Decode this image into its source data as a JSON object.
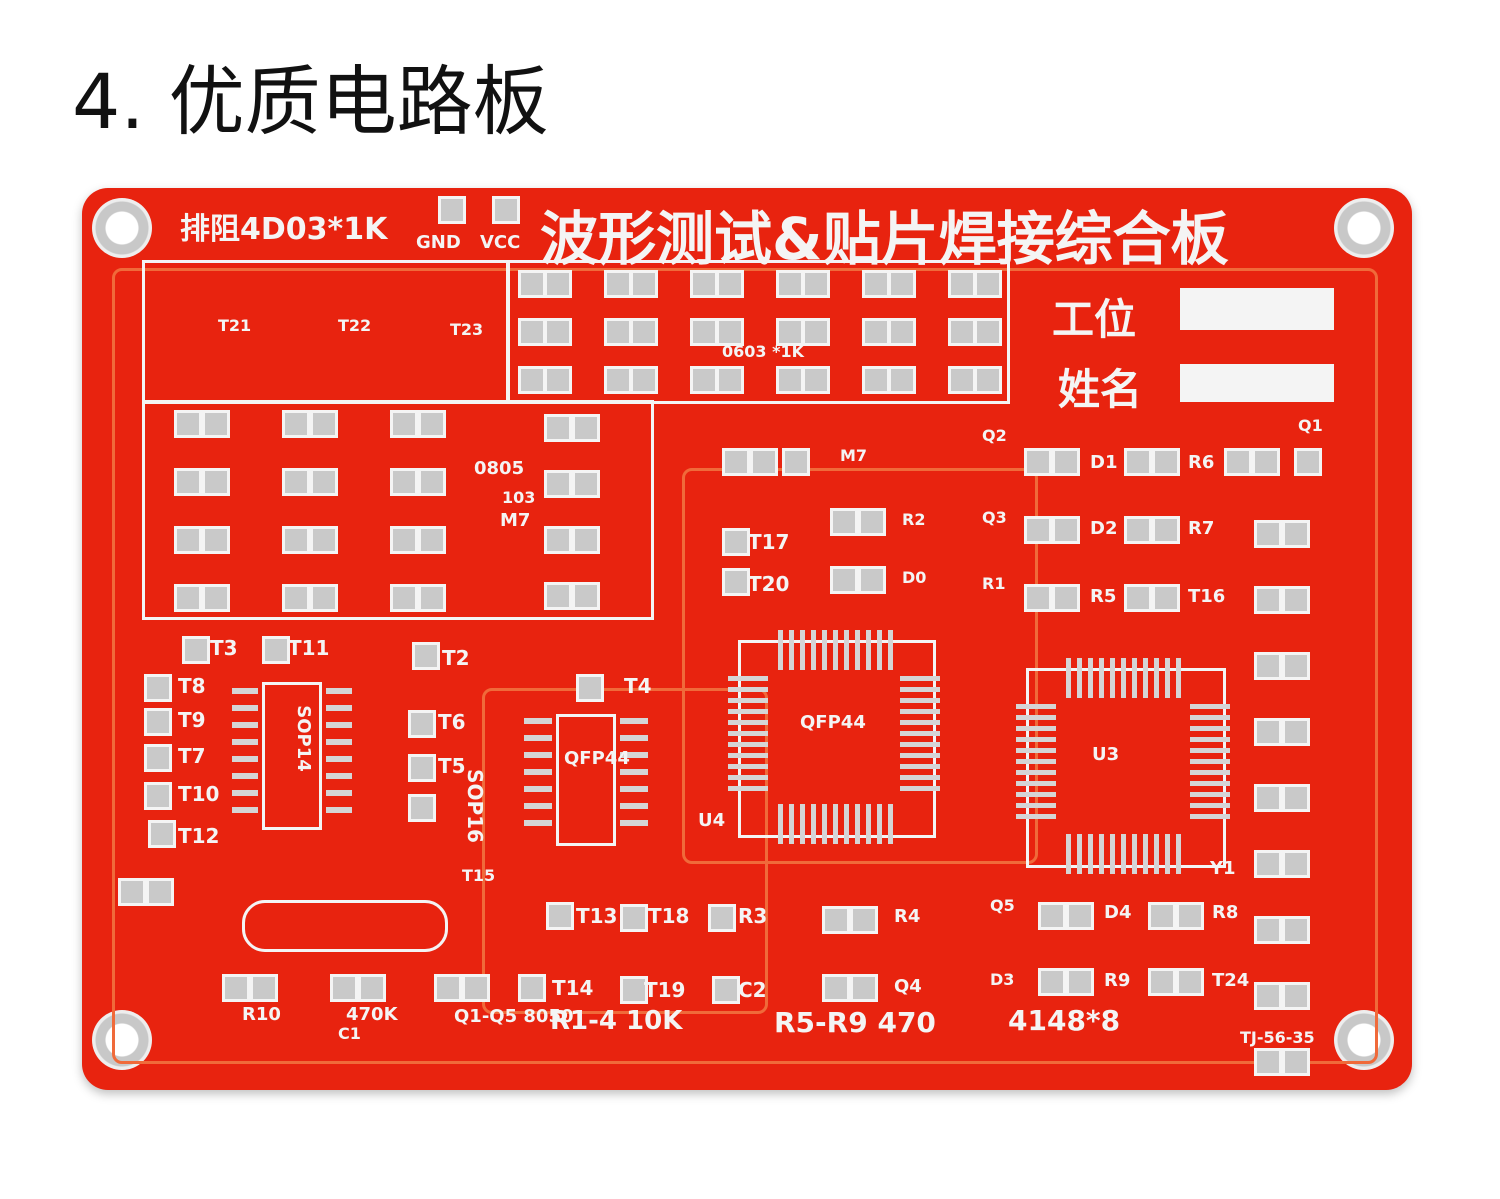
{
  "heading": "4. 优质电路板",
  "board": {
    "title": "波形测试&贴片焊接综合板",
    "respack": "排阻4D03*1K",
    "gnd": "GND",
    "vcc": "VCC",
    "station_label": "工位",
    "name_label": "姓名",
    "labels": [
      {
        "t": "T21"
      },
      {
        "t": "T22"
      },
      {
        "t": "T23"
      },
      {
        "t": "0603 *1K"
      },
      {
        "t": "0805"
      },
      {
        "t": "103"
      },
      {
        "t": "M7"
      },
      {
        "t": "M7"
      },
      {
        "t": "Q1"
      },
      {
        "t": "Q2"
      },
      {
        "t": "Q3"
      },
      {
        "t": "R1"
      },
      {
        "t": "R2"
      },
      {
        "t": "D0"
      },
      {
        "t": "D1"
      },
      {
        "t": "D2"
      },
      {
        "t": "R5"
      },
      {
        "t": "R6"
      },
      {
        "t": "R7"
      },
      {
        "t": "T16"
      },
      {
        "t": "T17"
      },
      {
        "t": "T20"
      },
      {
        "t": "T3"
      },
      {
        "t": "T11"
      },
      {
        "t": "T2"
      },
      {
        "t": "T8"
      },
      {
        "t": "T9"
      },
      {
        "t": "T7"
      },
      {
        "t": "T10"
      },
      {
        "t": "T12"
      },
      {
        "t": "T4"
      },
      {
        "t": "T6"
      },
      {
        "t": "T5"
      },
      {
        "t": "SOP16"
      },
      {
        "t": "SOP14"
      },
      {
        "t": "QFP44"
      },
      {
        "t": "QFP44"
      },
      {
        "t": "U3"
      },
      {
        "t": "U4"
      },
      {
        "t": "Y1"
      },
      {
        "t": "T15"
      },
      {
        "t": "T13"
      },
      {
        "t": "T18"
      },
      {
        "t": "R3"
      },
      {
        "t": "R4"
      },
      {
        "t": "Q4"
      },
      {
        "t": "Q5"
      },
      {
        "t": "D3"
      },
      {
        "t": "D4"
      },
      {
        "t": "R9"
      },
      {
        "t": "R8"
      },
      {
        "t": "T24"
      },
      {
        "t": "T14"
      },
      {
        "t": "T19"
      },
      {
        "t": "C2"
      },
      {
        "t": "R10"
      },
      {
        "t": "470K"
      },
      {
        "t": "C1"
      },
      {
        "t": "Q1-Q5 8050"
      },
      {
        "t": "R1-4 10K"
      },
      {
        "t": "R5-R9 470"
      },
      {
        "t": "4148*8"
      },
      {
        "t": "TJ-56-35"
      }
    ]
  }
}
